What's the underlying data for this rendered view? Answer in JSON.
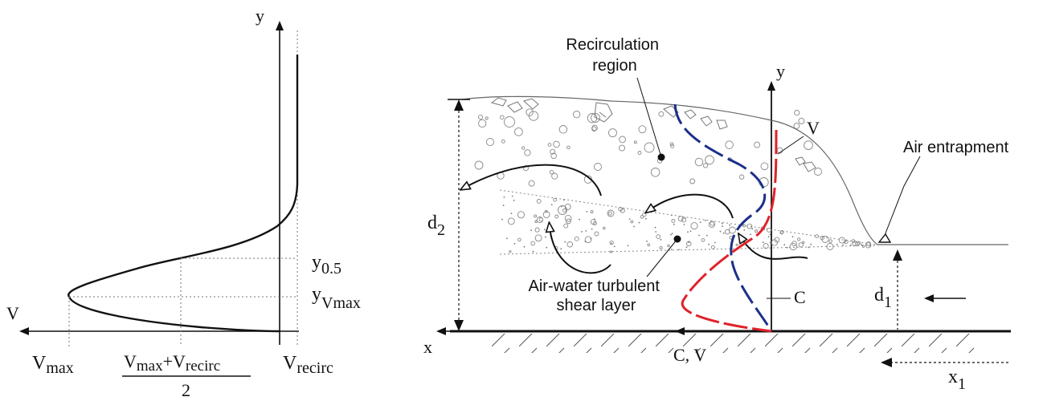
{
  "left_panel": {
    "y_axis_label": "y",
    "x_axis_label": "V",
    "y_half_label": {
      "main": "y",
      "sub": "0.5"
    },
    "y_vmax_label": {
      "main": "y",
      "sub": "Vmax"
    },
    "vmax_label": {
      "main": "V",
      "sub": "max"
    },
    "mean_label": {
      "num_a_main": "V",
      "num_a_sub": "max",
      "plus": "+",
      "num_b_main": "V",
      "num_b_sub": "recirc",
      "denominator": "2"
    },
    "vrecirc_label": {
      "main": "V",
      "sub": "recirc"
    }
  },
  "right_panel": {
    "recirculation_label": [
      "Recirculation",
      "region"
    ],
    "shear_layer_label": [
      "Air-water turbulent",
      "shear layer"
    ],
    "air_entrapment_label": "Air entrapment",
    "y_axis_label": "y",
    "x_axis_label": "x",
    "V_profile_label": "V",
    "C_profile_label": "C",
    "bottom_axis_label": "C, V",
    "d2_label": {
      "main": "d",
      "sub": "2"
    },
    "d1_label": {
      "main": "d",
      "sub": "1"
    },
    "x1_label": {
      "main": "x",
      "sub": "1"
    },
    "colors": {
      "velocity_profile": "#e0222a",
      "void_fraction_profile": "#1c2f8a",
      "ink": "#111111"
    }
  }
}
